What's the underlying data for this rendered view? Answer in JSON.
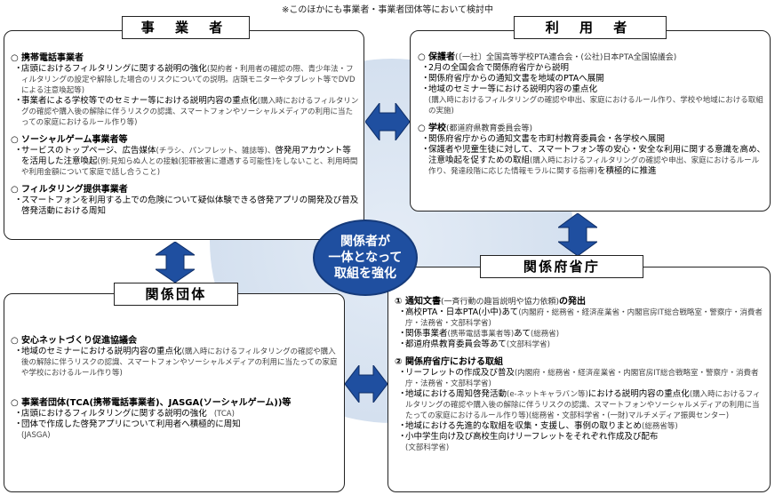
{
  "top_note": "※このほかにも事業者・事業者団体等において検討中",
  "center": {
    "line1": "関係者が",
    "line2": "一体となって",
    "line3": "取組を強化"
  },
  "jigyousha": {
    "title": "事 業 者",
    "sections": [
      {
        "marker": "○",
        "head": "携帯電話事業者",
        "head_sub": "",
        "items": [
          {
            "text": "店頭におけるフィルタリングに関する説明の強化",
            "note": "(契約者・利用者の確認の際、青少年法・フィルタリングの設定や解除した場合のリスクについての説明。店頭モニターやタブレット等でDVDによる注意喚起等)"
          },
          {
            "text": "事業者による学校等でのセミナー等における説明内容の重点化",
            "note": "(購入時におけるフィルタリングの確認や購入後の解除に伴うリスクの認識、スマートフォンやソーシャルメディアの利用に当たっての家庭におけるルール作り等)"
          }
        ]
      },
      {
        "marker": "○",
        "head": "ソーシャルゲーム事業者等",
        "head_sub": "",
        "items": [
          {
            "text": "サービスのトップページ、広告媒体",
            "note": "(チラシ、パンフレット、雑誌等)、",
            "text2": "啓発用アカウント等を活用した注意喚起",
            "note2": "(例:見知らぬ人との接触(犯罪被害に遭遇する可能性)をしないこと、利用時間や利用金額について家庭で話し合うこと)"
          }
        ]
      },
      {
        "marker": "○",
        "head": "フィルタリング提供事業者",
        "head_sub": "",
        "items": [
          {
            "text": "スマートフォンを利用する上での危険について疑似体験できる啓発アプリの開発及び普及啓発活動における周知",
            "note": ""
          }
        ]
      }
    ]
  },
  "riyousha": {
    "title": "利 用 者",
    "sections": [
      {
        "marker": "○",
        "head": "保護者",
        "head_sub": "(〔一社〕全国高等学校PTA連合会・(公社)日本PTA全国協議会)",
        "items": [
          {
            "text": "2月の全国会合で関係府省庁から説明",
            "note": ""
          },
          {
            "text": "関係府省庁からの通知文書を地域のPTAへ展開",
            "note": ""
          },
          {
            "text": "地域のセミナー等における説明内容の重点化",
            "note": "(購入時におけるフィルタリングの確認や申出、家庭におけるルール作り、学校や地域における取組の実施)"
          }
        ]
      },
      {
        "marker": "○",
        "head": "学校",
        "head_sub": "(都道府県教育委員会等)",
        "items": [
          {
            "text": "関係府省庁からの通知文書を市町村教育委員会・各学校へ展開",
            "note": ""
          },
          {
            "text": "保護者や児童生徒に対して、スマートフォン等の安心・安全な利用に関する意識を高め、注意喚起を促すための取組",
            "note": "(購入時におけるフィルタリングの確認や申出、家庭におけるルール作り、発達段階に応じた情報モラルに関する指導)",
            "text2": "を積極的に推進",
            "note2": ""
          }
        ]
      }
    ]
  },
  "kankeidantai": {
    "title": "関係団体",
    "sections": [
      {
        "marker": "○",
        "head": "安心ネットづくり促進協議会",
        "head_sub": "",
        "items": [
          {
            "text": "地域のセミナーにおける説明内容の重点化",
            "note": "(購入時におけるフィルタリングの確認や購入後の解除に伴うリスクの認識、スマートフォンやソーシャルメディアの利用に当たっての家庭や学校におけるルール作り等)"
          }
        ]
      },
      {
        "marker": "○",
        "head": "事業者団体(TCA(携帯電話事業者)、JASGA(ソーシャルゲーム))等",
        "head_sub": "",
        "items": [
          {
            "text": "店頭におけるフィルタリングに関する説明の強化",
            "note": "(TCA)"
          },
          {
            "text": "団体で作成した啓発アプリについて利用者へ積極的に周知",
            "note": "(JASGA)"
          }
        ]
      }
    ]
  },
  "kankeifu": {
    "title": "関係府省庁",
    "sections": [
      {
        "marker": "①",
        "head": "通知文書",
        "head_sub": "(一斉行動の趣旨説明や協力依頼)",
        "head_tail": "の発出",
        "items": [
          {
            "text": "高校PTA・日本PTA(小中)あて",
            "note": "(内閣府・総務省・経済産業省・内閣官房IT総合戦略室・警察庁・消費者庁・法務省・文部科学省)"
          },
          {
            "text": "関係事業者",
            "note": "(携帯電話事業者等)",
            "text2": "あて",
            "note2": "(総務省)"
          },
          {
            "text": "都道府県教育委員会等あて",
            "note": "(文部科学省)"
          }
        ]
      },
      {
        "marker": "②",
        "head": "関係府省庁における取組",
        "head_sub": "",
        "head_tail": "",
        "items": [
          {
            "text": "リーフレットの作成及び普及",
            "note": "(内閣府・総務省・経済産業省・内閣官房IT総合戦略室・警察庁・消費者庁・法務省・文部科学省)"
          },
          {
            "text": "地域における周知啓発活動",
            "note": "(e-ネットキャラバン等)",
            "text2": "における説明内容の重点化",
            "note2": "(購入時におけるフィルタリングの確認や購入後の解除に伴うリスクの認識、スマートフォンやソーシャルメディアの利用に当たっての家庭におけるルール作り等)(総務省・文部科学省・(一財)マルチメディア振興センター)"
          },
          {
            "text": "地域における先進的な取組を収集・支援し、事例の取りまとめ",
            "note": "(総務省等)"
          },
          {
            "text": "小中学生向け及び高校生向けリーフレットをそれぞれ作成及び配布",
            "note": "(文部科学省)"
          }
        ]
      }
    ]
  },
  "colors": {
    "circle": "#d4e0ef",
    "oval": "#1f4fa0",
    "arrow": "#1f4fa0"
  }
}
